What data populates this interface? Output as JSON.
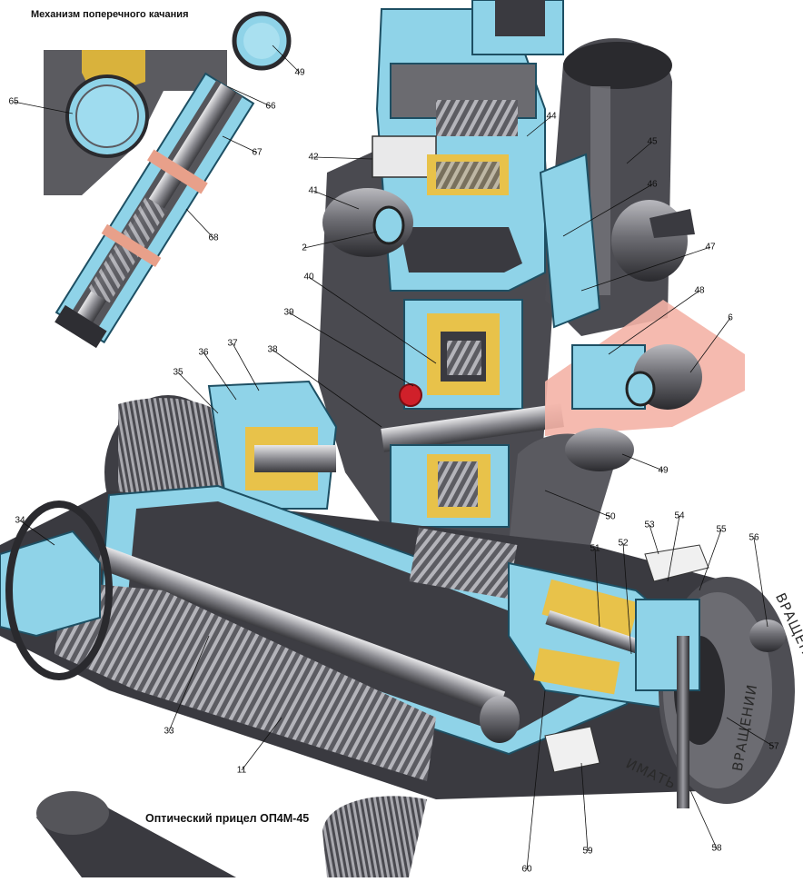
{
  "titles": {
    "inset": "Механизм поперечного качания",
    "main": "Оптический прицел ОП4М-45"
  },
  "engravings": {
    "ring_upper": "ВРАЩЕНИИ",
    "ring_lower": "ВРАЩЕНИИ",
    "ring_bottom": "ИМАТЬ"
  },
  "callouts": [
    "49",
    "66",
    "67",
    "65",
    "68",
    "44",
    "42",
    "41",
    "2",
    "45",
    "46",
    "47",
    "40",
    "39",
    "48",
    "6",
    "37",
    "36",
    "35",
    "38",
    "49",
    "50",
    "34",
    "53",
    "54",
    "55",
    "56",
    "51",
    "52",
    "33",
    "11",
    "57",
    "58",
    "59",
    "60"
  ],
  "colors": {
    "cutaway": "#8fd3e8",
    "brass": "#e8c24a",
    "steel": "#6f6f74",
    "dark": "#2e2e33",
    "shadow_pink": "#f4b3a6",
    "knob": "#d0202a"
  }
}
